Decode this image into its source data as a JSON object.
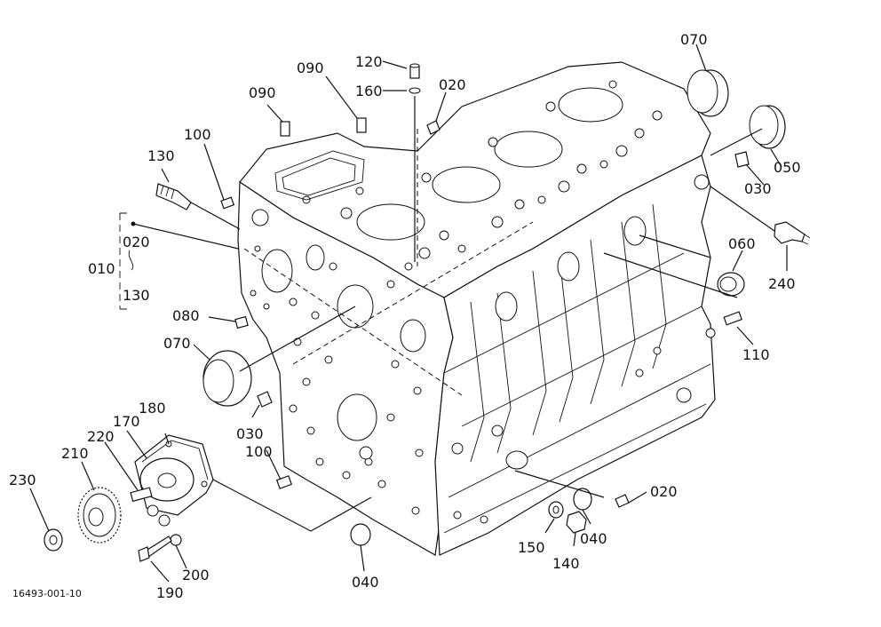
{
  "diagram_code": "16493-001-10",
  "callouts": {
    "c_120": "120",
    "c_160": "160",
    "c_020_top": "020",
    "c_090_a": "090",
    "c_090_b": "090",
    "c_070_top": "070",
    "c_100_top": "100",
    "c_130": "130",
    "c_050": "050",
    "c_030_right": "030",
    "c_020_group": "020",
    "c_010": "010",
    "c_130_group": "130",
    "c_240": "240",
    "c_060": "060",
    "c_080": "080",
    "c_070_left": "070",
    "c_110": "110",
    "c_030_front": "030",
    "c_180": "180",
    "c_170": "170",
    "c_220": "220",
    "c_210": "210",
    "c_100_front": "100",
    "c_230": "230",
    "c_020_bottom": "020",
    "c_150": "150",
    "c_040_right": "040",
    "c_140": "140",
    "c_200": "200",
    "c_190": "190",
    "c_040_bottom": "040"
  }
}
